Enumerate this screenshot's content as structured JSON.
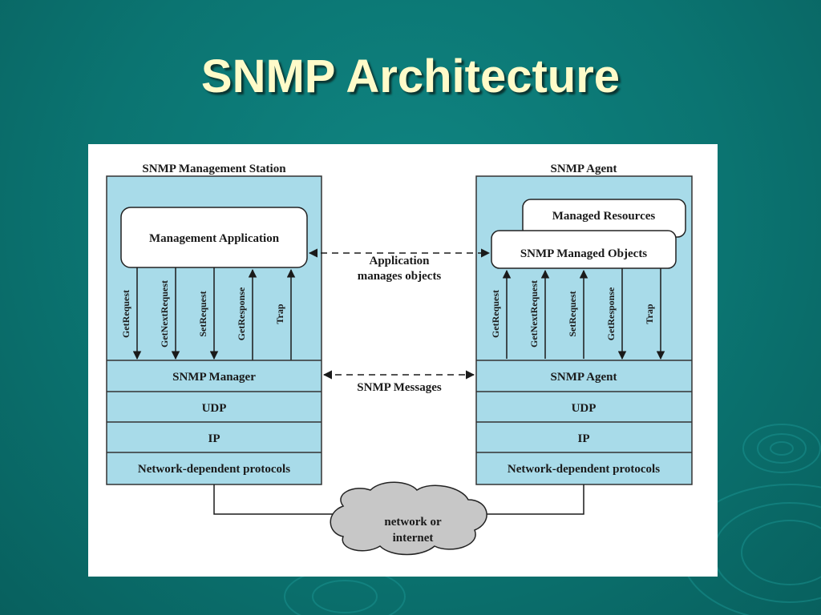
{
  "slide": {
    "title": "SNMP Architecture"
  },
  "diagram": {
    "manager_station": {
      "title": "SNMP Management Station",
      "application": "Management Application",
      "operations": [
        "GetRequest",
        "GetNextRequest",
        "SetRequest",
        "GetResponse",
        "Trap"
      ],
      "layers": [
        "SNMP Manager",
        "UDP",
        "IP",
        "Network-dependent protocols"
      ]
    },
    "agent_station": {
      "title": "SNMP Agent",
      "resources": "Managed Resources",
      "objects": "SNMP Managed Objects",
      "operations": [
        "GetRequest",
        "GetNextRequest",
        "SetRequest",
        "GetResponse",
        "Trap"
      ],
      "layers": [
        "SNMP Agent",
        "UDP",
        "IP",
        "Network-dependent protocols"
      ]
    },
    "link_application": [
      "Application",
      "manages objects"
    ],
    "link_messages": "SNMP Messages",
    "network": [
      "network or",
      "internet"
    ]
  },
  "colors": {
    "background": "#0b7471",
    "title": "#fffbc9",
    "station_fill": "#a8dbe9",
    "cloud_fill": "#c7c7c7",
    "panel": "#ffffff"
  }
}
